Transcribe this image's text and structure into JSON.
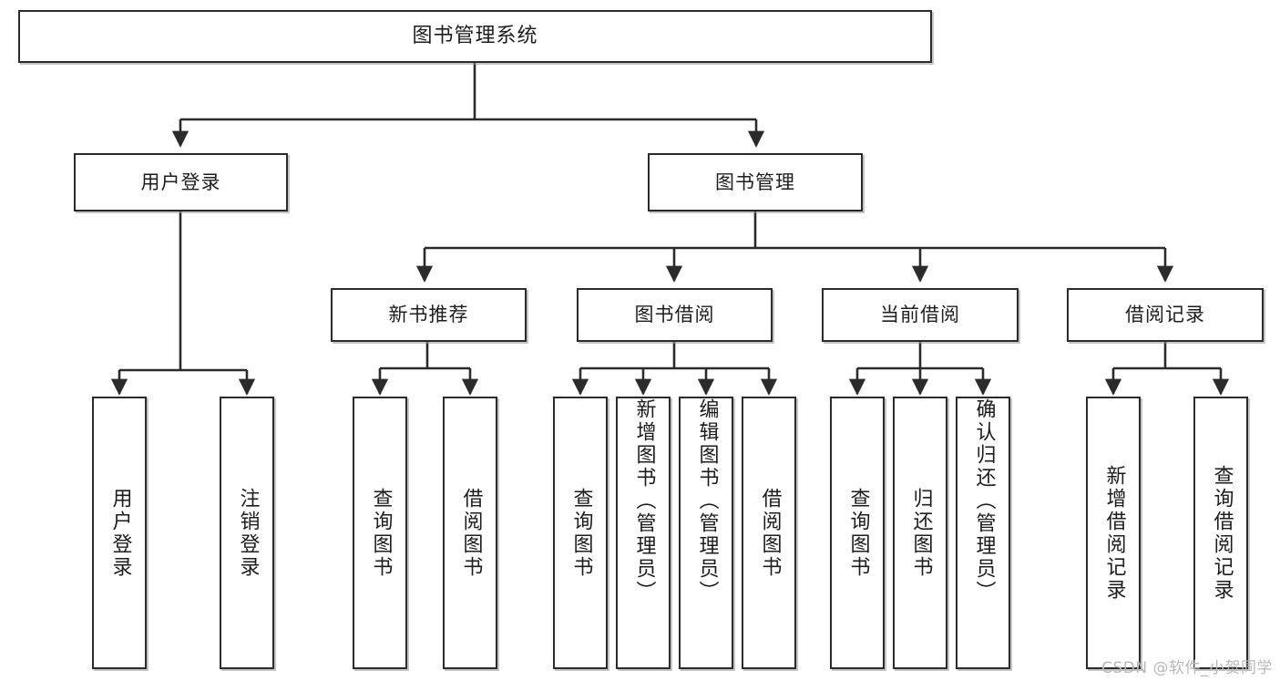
{
  "diagram": {
    "type": "tree-hierarchy",
    "title": "图书管理系统",
    "root": {
      "label": "图书管理系统"
    },
    "level2": [
      {
        "label": "用户登录"
      },
      {
        "label": "图书管理"
      }
    ],
    "level3": [
      {
        "label": "新书推荐"
      },
      {
        "label": "图书借阅"
      },
      {
        "label": "当前借阅"
      },
      {
        "label": "借阅记录"
      }
    ],
    "leaves": {
      "user_login": [
        {
          "label": "用户登录"
        },
        {
          "label": "注销登录"
        }
      ],
      "new_book_recommend": [
        {
          "label": "查询图书"
        },
        {
          "label": "借阅图书"
        }
      ],
      "book_borrow": [
        {
          "label": "查询图书"
        },
        {
          "label": "新增图书（管理员）"
        },
        {
          "label": "编辑图书（管理员）"
        },
        {
          "label": "借阅图书"
        }
      ],
      "current_borrow": [
        {
          "label": "查询图书"
        },
        {
          "label": "归还图书"
        },
        {
          "label": "确认归还（管理员）"
        }
      ],
      "borrow_record": [
        {
          "label": "新增借阅记录"
        },
        {
          "label": "查询借阅记录"
        }
      ]
    }
  },
  "watermark": {
    "text": "CSDN @软件_小贺同学"
  },
  "colors": {
    "box_border": "#2b2b2b",
    "box_fill": "#ffffff",
    "connector": "#2b2b2b",
    "text": "#1d1d1d",
    "watermark": "#b8b8b8"
  }
}
